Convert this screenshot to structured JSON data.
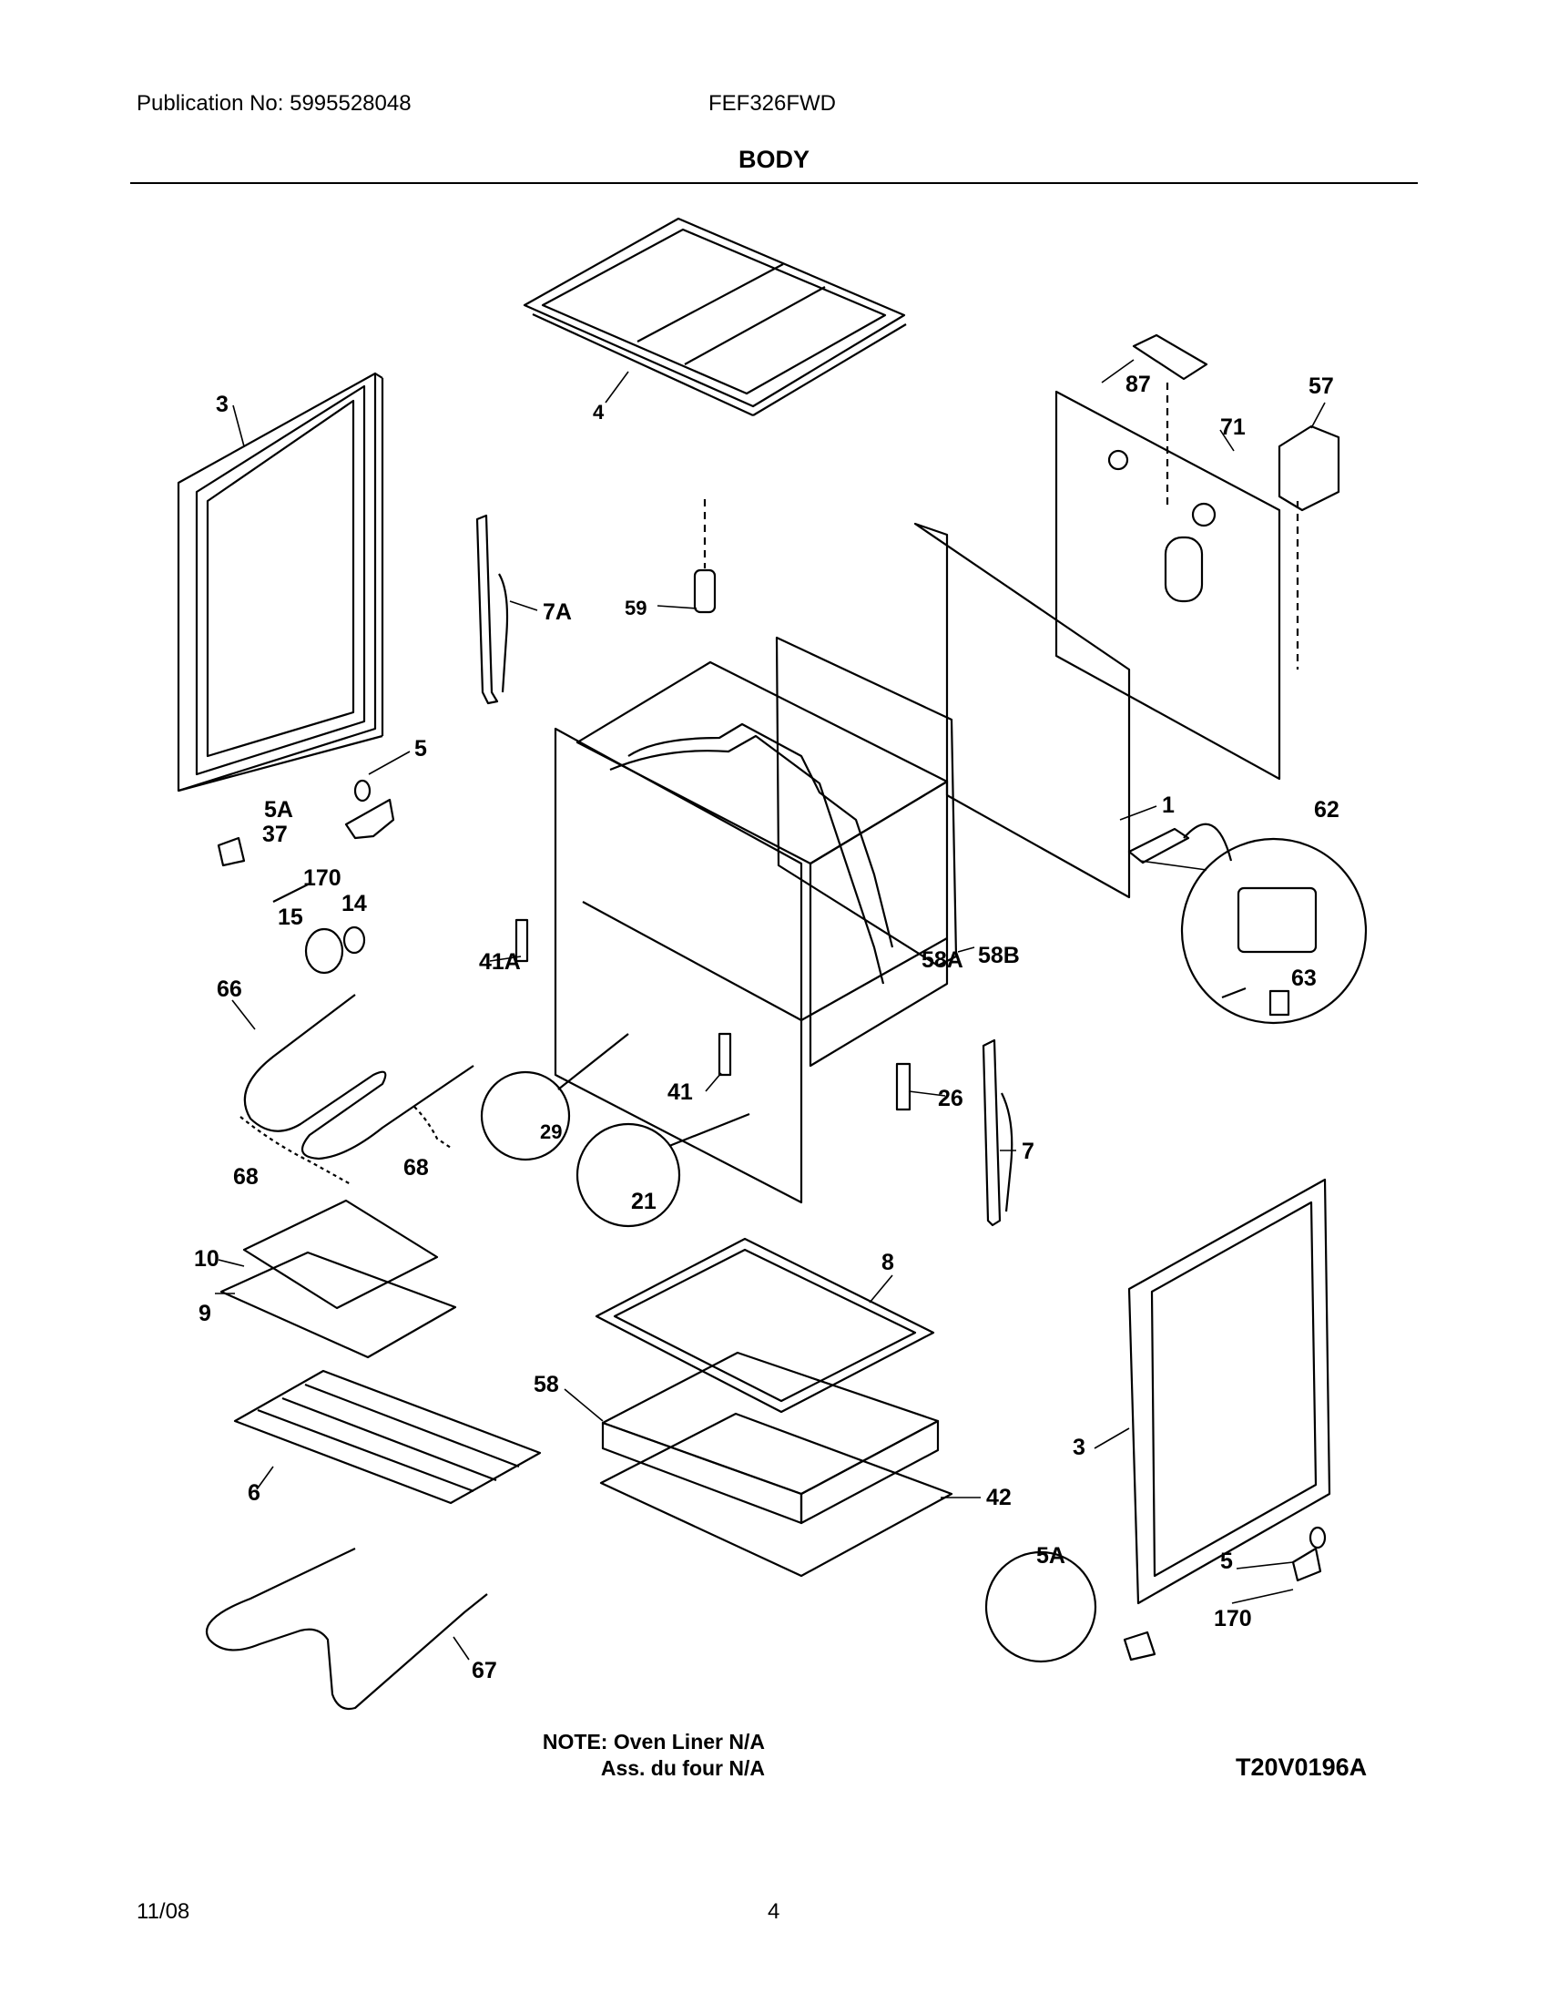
{
  "header": {
    "publication": "Publication No: 5995528048",
    "model": "FEF326FWD",
    "title": "BODY"
  },
  "diagram": {
    "callouts": [
      "3",
      "4",
      "87",
      "57",
      "71",
      "7A",
      "59",
      "5",
      "1",
      "5A",
      "37",
      "170",
      "62",
      "14",
      "15",
      "41A",
      "58A",
      "58B",
      "66",
      "63",
      "41",
      "26",
      "7",
      "29",
      "68",
      "68",
      "21",
      "10",
      "8",
      "9",
      "58",
      "3",
      "42",
      "6",
      "5A",
      "5",
      "170",
      "67"
    ]
  },
  "note": {
    "line1": "NOTE: Oven Liner N/A",
    "line2": "Ass. du four N/A"
  },
  "diagram_code": "T20V0196A",
  "footer": {
    "date": "11/08",
    "page": "4"
  }
}
